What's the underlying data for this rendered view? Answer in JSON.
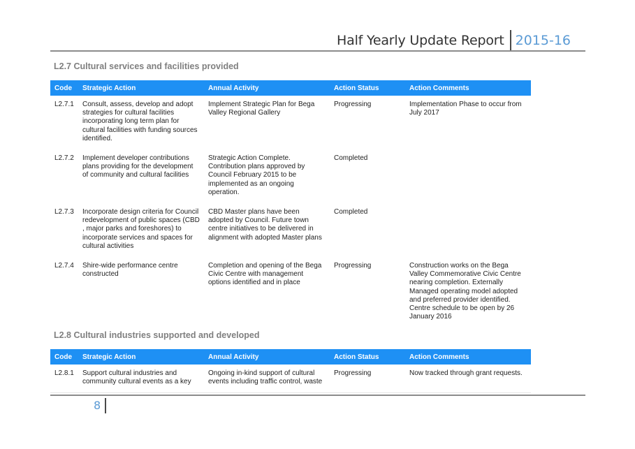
{
  "header": {
    "title": "Half Yearly Update Report",
    "year": "2015-16"
  },
  "columns": [
    "Code",
    "Strategic Action",
    "Annual Activity",
    "Action Status",
    "Action Comments"
  ],
  "sections": [
    {
      "title": "L2.7 Cultural services and facilities provided",
      "rows": [
        {
          "code": "L2.7.1",
          "strategic_action": "Consult, assess, develop and adopt strategies for cultural facilities incorporating long term plan for cultural facilities with funding sources identified.",
          "annual_activity": "Implement Strategic Plan for Bega Valley Regional Gallery",
          "status": "Progressing",
          "comments": "Implementation Phase to occur from July 2017"
        },
        {
          "code": "L2.7.2",
          "strategic_action": "Implement developer contributions plans providing for the development of community and cultural facilities",
          "annual_activity": "Strategic Action Complete. Contribution plans approved by Council February 2015 to be implemented as an ongoing operation.",
          "status": "Completed",
          "comments": ""
        },
        {
          "code": "L2.7.3",
          "strategic_action": "Incorporate design criteria for Council redevelopment of public spaces (CBD , major parks and foreshores) to incorporate services and spaces for cultural activities",
          "annual_activity": "CBD Master plans have been adopted by Council. Future town centre initiatives to be delivered in alignment with adopted Master plans",
          "status": "Completed",
          "comments": ""
        },
        {
          "code": "L2.7.4",
          "strategic_action": "Shire-wide performance centre constructed",
          "annual_activity": "Completion and opening of the Bega Civic Centre with management options identified and in place",
          "status": "Progressing",
          "comments": "Construction works on the Bega Valley Commemorative Civic Centre nearing completion. Externally Managed operating model adopted and preferred provider identified. Centre schedule to be open by 26 January 2016"
        }
      ]
    },
    {
      "title": "L2.8 Cultural industries supported and developed",
      "rows": [
        {
          "code": "L2.8.1",
          "strategic_action": "Support cultural industries and community cultural events as a key",
          "annual_activity": "Ongoing in-kind support of cultural events including traffic control, waste",
          "status": "Progressing",
          "comments": "Now tracked through grant requests."
        }
      ]
    }
  ],
  "footer": {
    "page_number": "8"
  }
}
